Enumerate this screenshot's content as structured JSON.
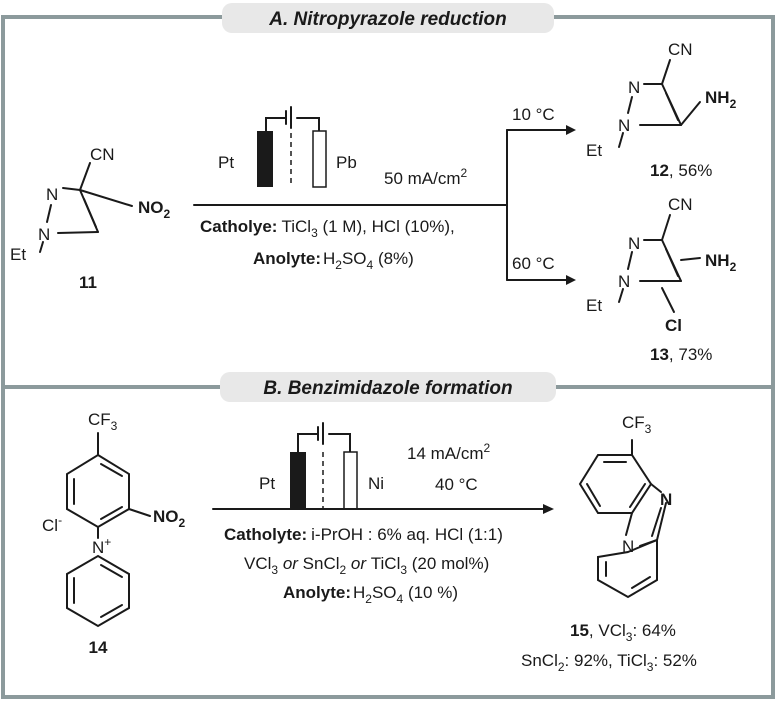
{
  "sections": {
    "a": {
      "title": "A. Nitropyrazole reduction"
    },
    "b": {
      "title": "B. Benzimidazole formation"
    }
  },
  "colors": {
    "frame": "#8c9a9c",
    "title_pill": "#e8e8e8",
    "nitro": "#5c1a2a",
    "amine": "#1f6b40",
    "chloro": "#b08000",
    "text": "#1a1a1a"
  },
  "a": {
    "sm": {
      "cn": "CN",
      "n": "N",
      "no2": "NO",
      "no2_sub": "2",
      "et": "Et",
      "id": "11"
    },
    "cell": {
      "pt": "Pt",
      "pb": "Pb"
    },
    "current": "50 mA/cm",
    "current_sup": "2",
    "catholyte_label": "Catholye:",
    "catholyte": [
      "TiCl",
      "3",
      " (1 M), HCl (10%),"
    ],
    "anolyte_label": "Anolyte:",
    "anolyte": [
      "H",
      "2",
      "SO",
      "4",
      " (8%)"
    ],
    "upper_temp": "10 °C",
    "lower_temp": "60 °C",
    "p12": {
      "cn": "CN",
      "n": "N",
      "nh2": "NH",
      "nh2_sub": "2",
      "et": "Et",
      "id": "12",
      "yield": ", 56%"
    },
    "p13": {
      "cn": "CN",
      "n": "N",
      "nh2": "NH",
      "nh2_sub": "2",
      "et": "Et",
      "cl": "Cl",
      "id": "13",
      "yield": ", 73%"
    }
  },
  "b": {
    "sm": {
      "cf3": "CF",
      "cf3_sub": "3",
      "no2": "NO",
      "no2_sub": "2",
      "cl": "Cl",
      "cl_sup": "-",
      "n": "N",
      "n_sup": "+",
      "id": "14"
    },
    "cell": {
      "pt": "Pt",
      "ni": "Ni"
    },
    "current": "14 mA/cm",
    "current_sup": "2",
    "temp": "40 °C",
    "catholyte_label": "Catholyte:",
    "catholyte": "i-PrOH : 6% aq. HCl (1:1)",
    "catalyst": [
      "VCl",
      "3",
      " or ",
      "SnCl",
      "2",
      " or ",
      "TiCl",
      "3",
      " (20 mol%)"
    ],
    "anolyte_label": "Anolyte:",
    "anolyte": [
      "H",
      "2",
      "SO",
      "4",
      " (10 %)"
    ],
    "product": {
      "cf3": "CF",
      "cf3_sub": "3",
      "n_ring": "N",
      "n_bridge": "N",
      "id": "15",
      "line1": [
        ", VCl",
        "3",
        ": 64%"
      ],
      "line2": [
        "SnCl",
        "2",
        ": 92%, TiCl",
        "3",
        ": 52%"
      ]
    }
  }
}
